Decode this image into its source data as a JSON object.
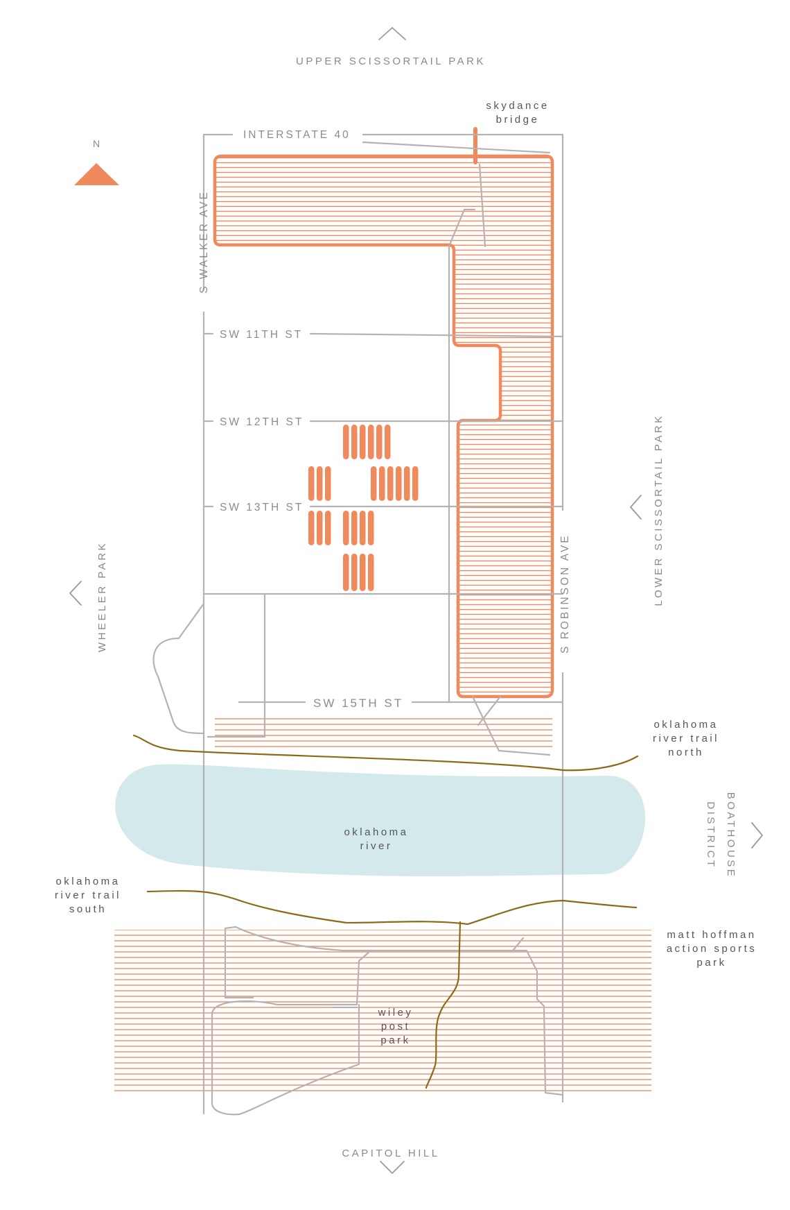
{
  "colors": {
    "accent": "#f08a5d",
    "road": "#b3b3b3",
    "river": "#d4e9ec",
    "trail": "#8b6a17",
    "label": "#8a8a8a"
  },
  "compass": {
    "label": "N",
    "icon": "north-arrow-icon"
  },
  "directions": {
    "north": "UPPER SCISSORTAIL PARK",
    "south": "CAPITOL HILL",
    "west": "WHEELER PARK",
    "east_upper": "LOWER SCISSORTAIL PARK",
    "east_lower": [
      "BOATHOUSE",
      "DISTRICT"
    ]
  },
  "streets": {
    "interstate": "INTERSTATE 40",
    "walker": "S WALKER AVE",
    "robinson": "S ROBINSON AVE",
    "sw11": "SW 11TH ST",
    "sw12": "SW 12TH ST",
    "sw13": "SW 13TH ST",
    "sw15": "SW 15TH ST"
  },
  "places": {
    "skydance": [
      "skydance",
      "bridge"
    ],
    "river": [
      "oklahoma",
      "river"
    ],
    "trail_north": [
      "oklahoma",
      "river trail",
      "north"
    ],
    "trail_south": [
      "oklahoma",
      "river trail",
      "south"
    ],
    "matt_hoffman": [
      "matt hoffman",
      "action sports",
      "park"
    ],
    "wiley_post": [
      "wiley",
      "post",
      "park"
    ]
  }
}
